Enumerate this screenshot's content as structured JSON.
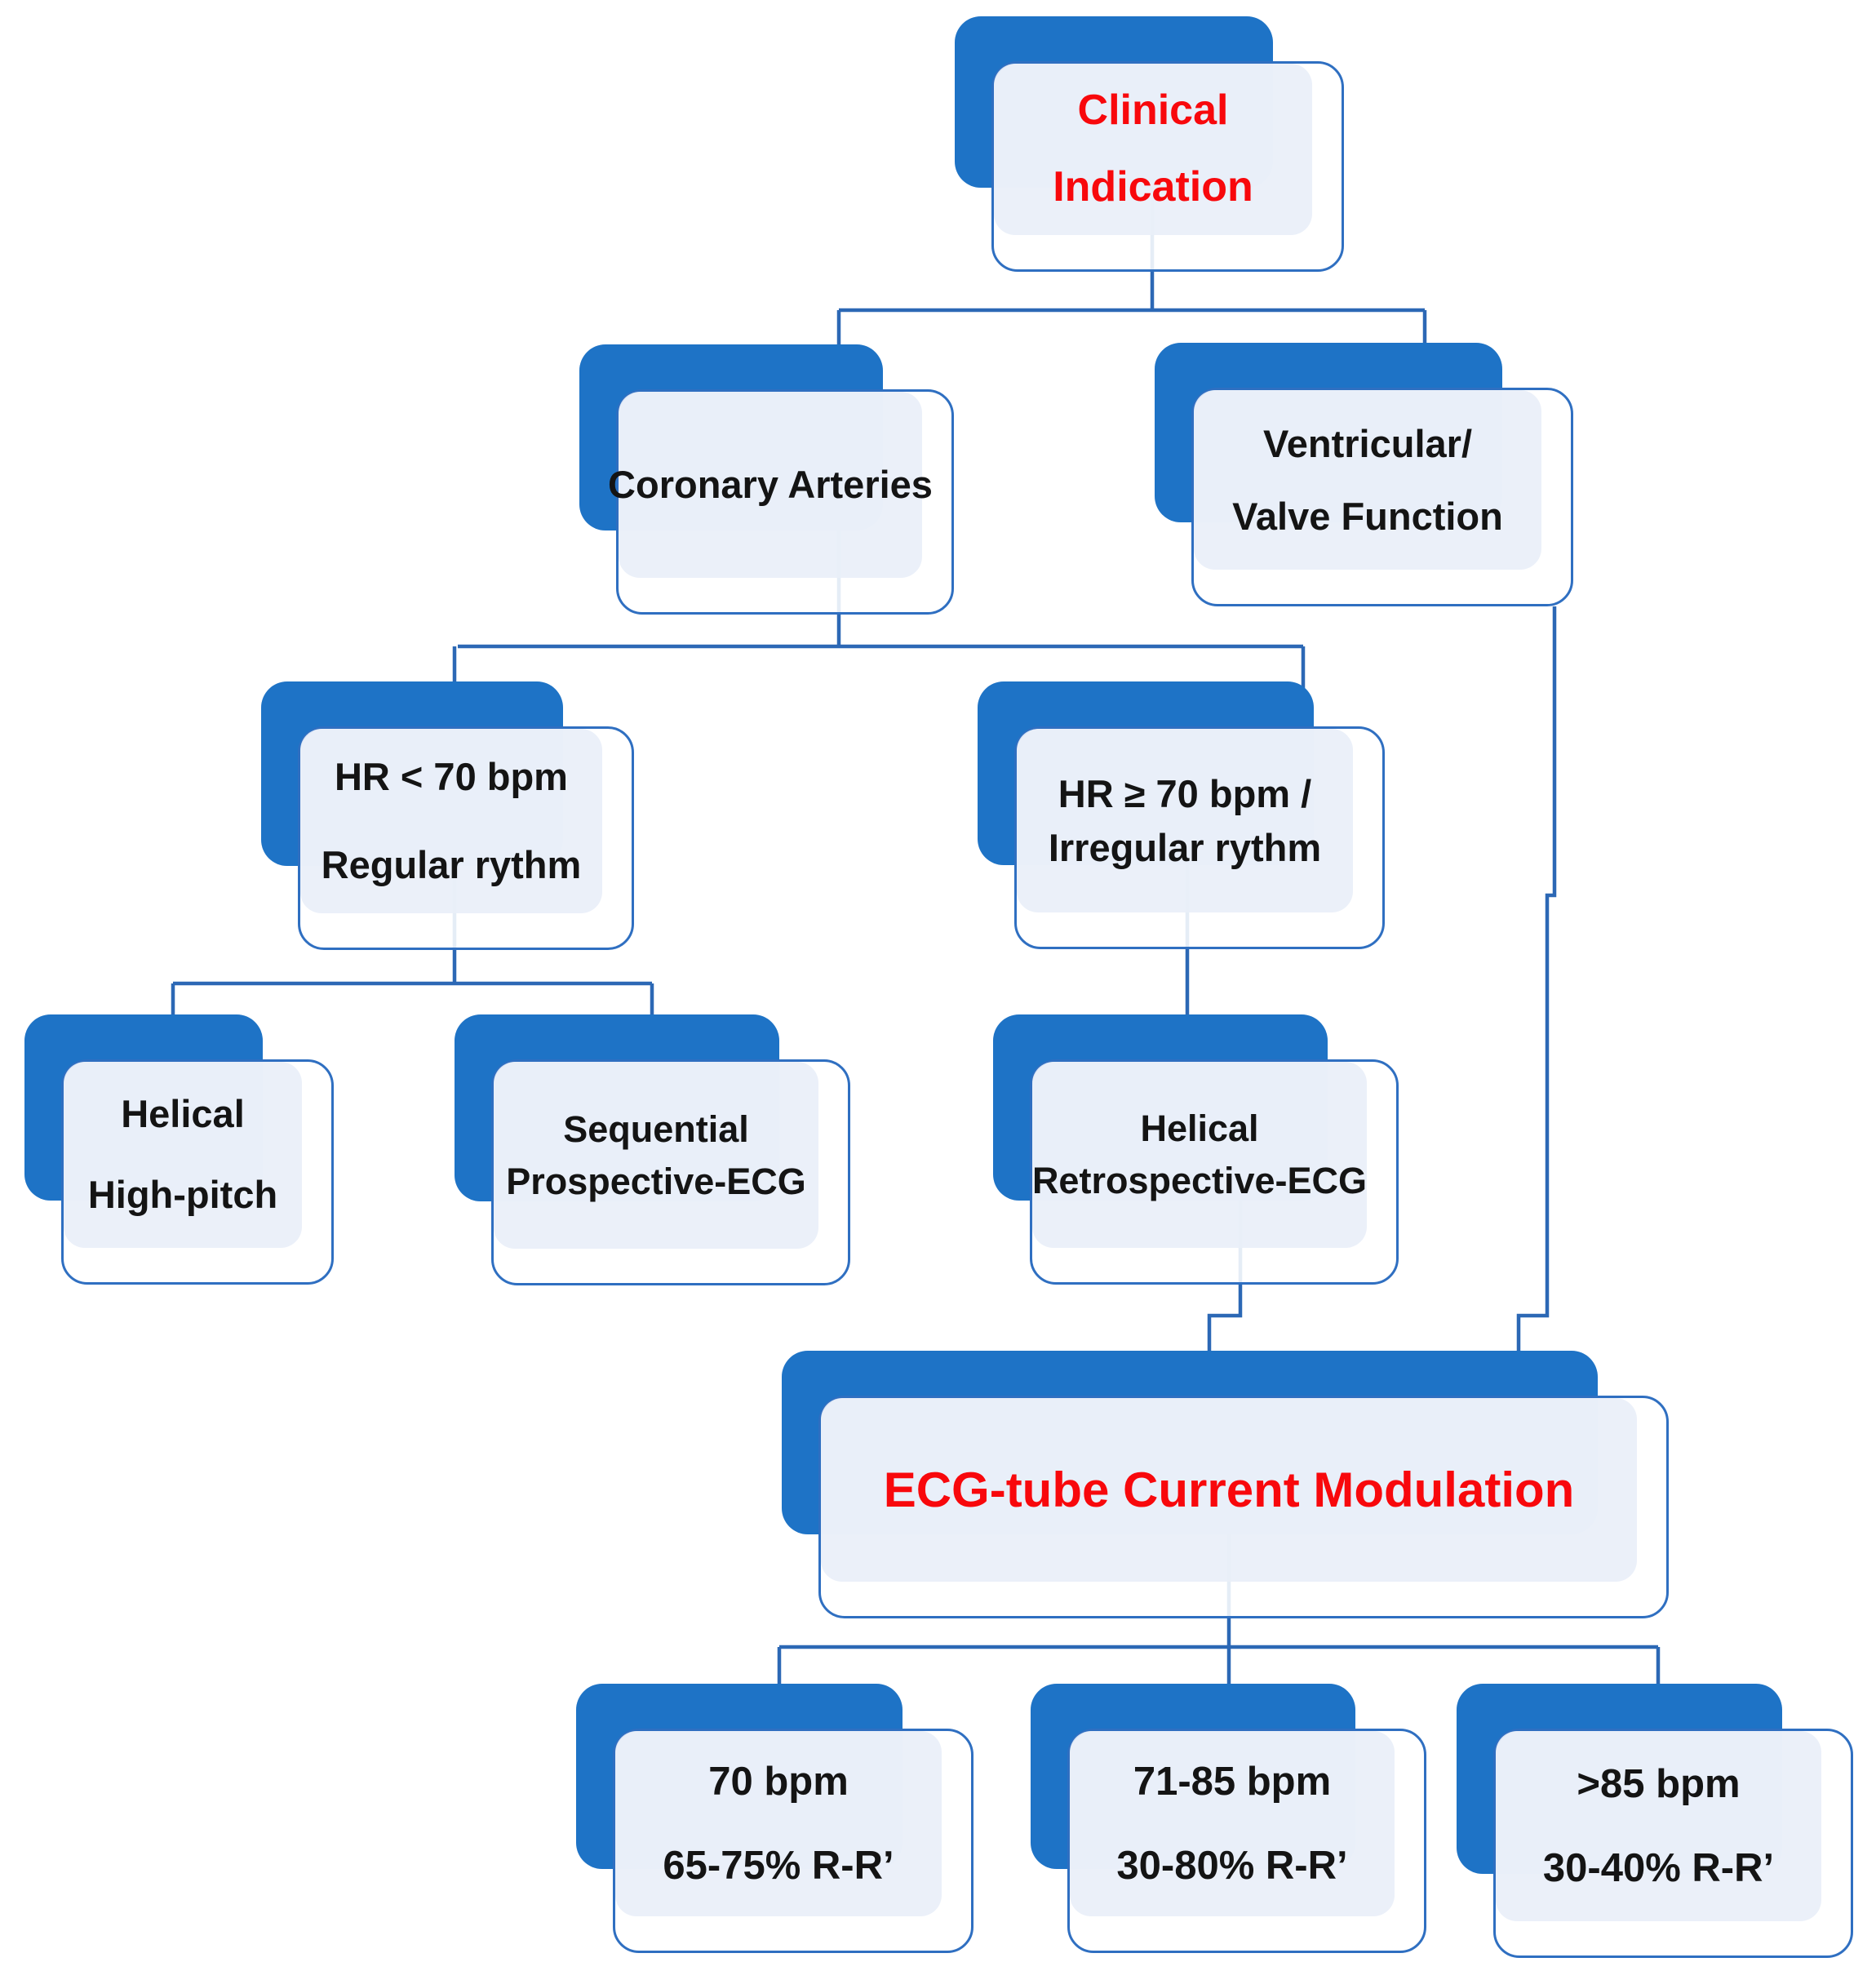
{
  "diagram_type": "flowchart",
  "colors": {
    "node_shadow_blue": "#1e73c6",
    "node_border_blue": "#2f6fc1",
    "node_fill_light": "#e9eef8",
    "connector_blue": "#2c68b5",
    "text_black": "#141414",
    "text_red_accent": "#f8080c",
    "background": "#ffffff"
  },
  "nodes": {
    "clinical": {
      "line1": "Clinical",
      "line2": "Indication"
    },
    "coronary": {
      "line1": "Coronary Arteries"
    },
    "ventricular": {
      "line1": "Ventricular/",
      "line2": "Valve Function"
    },
    "hr_low": {
      "line1": "HR < 70 bpm",
      "line2": "Regular rythm"
    },
    "hr_high": {
      "line1": "HR ≥ 70 bpm /",
      "line2": "Irregular rythm"
    },
    "helical_high": {
      "line1": "Helical",
      "line2": "High-pitch"
    },
    "sequential": {
      "line1": "Sequential",
      "line2": "Prospective-ECG"
    },
    "retrospective": {
      "line1": "Helical",
      "line2": "Retrospective-ECG"
    },
    "ecg_tube": {
      "line1": "ECG-tube Current Modulation"
    },
    "bpm_70": {
      "line1": "70 bpm",
      "line2": "65-75% R-R’"
    },
    "bpm_71_85": {
      "line1": "71-85 bpm",
      "line2": "30-80% R-R’"
    },
    "bpm_85": {
      "line1": ">85 bpm",
      "line2": "30-40% R-R’"
    }
  },
  "edges": [
    {
      "from": "clinical-indication",
      "to": "coronary-arteries"
    },
    {
      "from": "clinical-indication",
      "to": "ventricular-valve-function"
    },
    {
      "from": "coronary-arteries",
      "to": "hr-below-70-regular-rythm"
    },
    {
      "from": "coronary-arteries",
      "to": "hr-70-plus-irregular-rythm"
    },
    {
      "from": "hr-below-70-regular-rythm",
      "to": "helical-high-pitch"
    },
    {
      "from": "hr-below-70-regular-rythm",
      "to": "sequential-prospective-ecg"
    },
    {
      "from": "hr-70-plus-irregular-rythm",
      "to": "helical-retrospective-ecg"
    },
    {
      "from": "helical-retrospective-ecg",
      "to": "ecg-tube-current-modulation"
    },
    {
      "from": "ventricular-valve-function",
      "to": "ecg-tube-current-modulation"
    },
    {
      "from": "ecg-tube-current-modulation",
      "to": "70-bpm"
    },
    {
      "from": "ecg-tube-current-modulation",
      "to": "71-85-bpm"
    },
    {
      "from": "ecg-tube-current-modulation",
      "to": "over-85-bpm"
    }
  ]
}
